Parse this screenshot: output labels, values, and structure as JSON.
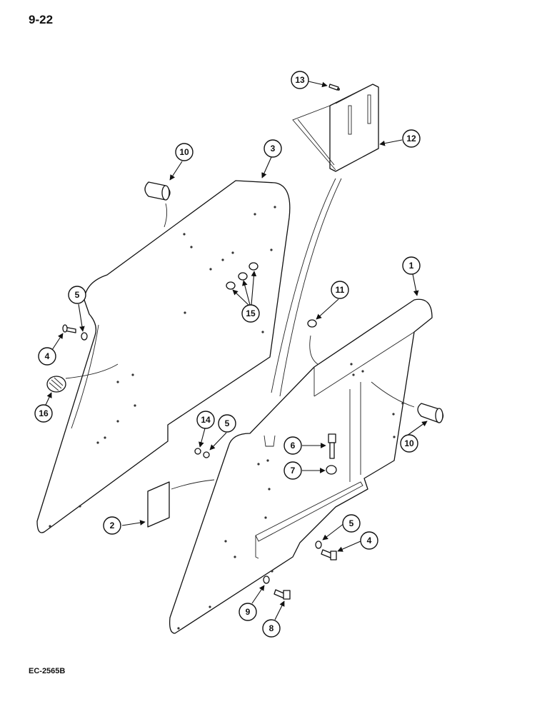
{
  "page_number": "9-22",
  "figure_code": "EC-2565B",
  "callouts": [
    "1",
    "2",
    "3",
    "4",
    "4",
    "5",
    "5",
    "5",
    "6",
    "7",
    "8",
    "9",
    "10",
    "10",
    "11",
    "12",
    "13",
    "14",
    "15",
    "16"
  ]
}
